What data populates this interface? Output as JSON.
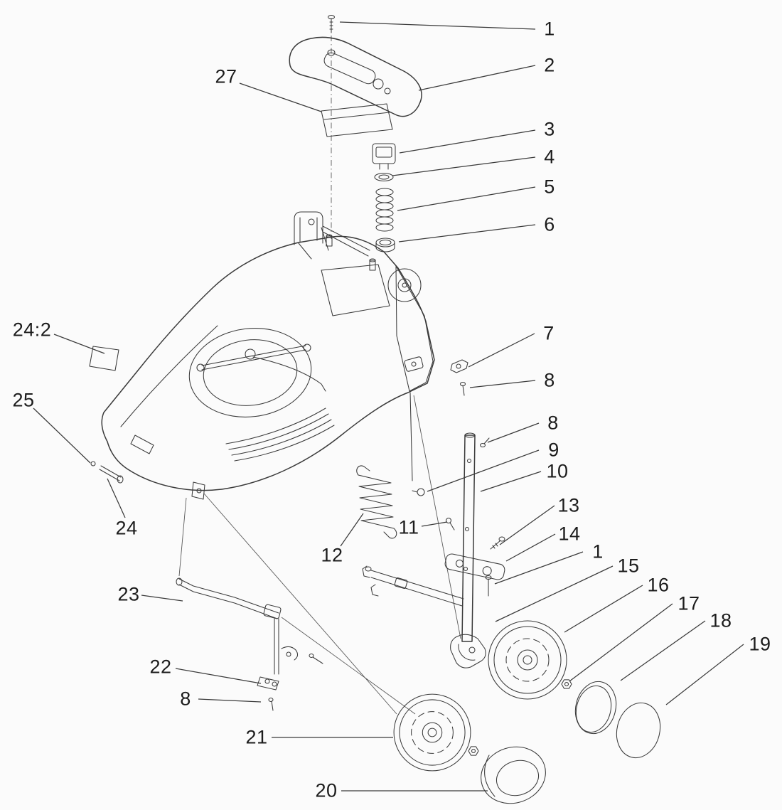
{
  "colors": {
    "background": "#fbfbfb",
    "line": "#3a3a3a",
    "label": "#1c1c1c"
  },
  "diagram": {
    "type": "exploded-parts-diagram",
    "subject": "walk-behind mower deck, handle bracket and wheel assembly",
    "callouts": [
      {
        "id": "c0",
        "label": "1"
      },
      {
        "id": "c1",
        "label": "2"
      },
      {
        "id": "c2",
        "label": "27"
      },
      {
        "id": "c3",
        "label": "3"
      },
      {
        "id": "c4",
        "label": "4"
      },
      {
        "id": "c5",
        "label": "5"
      },
      {
        "id": "c6",
        "label": "6"
      },
      {
        "id": "c7",
        "label": "7"
      },
      {
        "id": "c8",
        "label": "8"
      },
      {
        "id": "c9",
        "label": "8"
      },
      {
        "id": "c10",
        "label": "9"
      },
      {
        "id": "c11",
        "label": "10"
      },
      {
        "id": "c12",
        "label": "13"
      },
      {
        "id": "c13",
        "label": "14"
      },
      {
        "id": "c14",
        "label": "1"
      },
      {
        "id": "c15",
        "label": "15"
      },
      {
        "id": "c16",
        "label": "16"
      },
      {
        "id": "c17",
        "label": "17"
      },
      {
        "id": "c18",
        "label": "18"
      },
      {
        "id": "c19",
        "label": "19"
      },
      {
        "id": "c20",
        "label": "11"
      },
      {
        "id": "c21",
        "label": "12"
      },
      {
        "id": "c22",
        "label": "24:2"
      },
      {
        "id": "c23",
        "label": "25"
      },
      {
        "id": "c24",
        "label": "24"
      },
      {
        "id": "c25",
        "label": "23"
      },
      {
        "id": "c26",
        "label": "22"
      },
      {
        "id": "c27",
        "label": "8"
      },
      {
        "id": "c28",
        "label": "21"
      },
      {
        "id": "c29",
        "label": "20"
      }
    ]
  }
}
